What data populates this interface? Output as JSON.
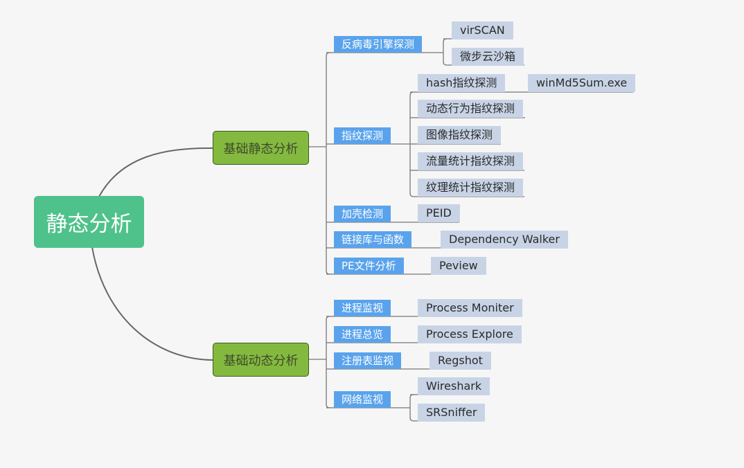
{
  "root": {
    "label": "静态分析"
  },
  "branches": [
    {
      "label": "基础静态分析",
      "children": [
        {
          "label": "反病毒引擎探测",
          "children": [
            "virSCAN",
            "微步云沙箱"
          ]
        },
        {
          "label": "指纹探测",
          "children": [
            "hash指纹探测",
            "动态行为指纹探测",
            "图像指纹探测",
            "流量统计指纹探测",
            "纹理统计指纹探测"
          ],
          "sub": "winMd5Sum.exe"
        },
        {
          "label": "加壳检测",
          "children": [
            "PEID"
          ]
        },
        {
          "label": "链接库与函数",
          "children": [
            "Dependency Walker"
          ]
        },
        {
          "label": "PE文件分析",
          "children": [
            "Peview"
          ]
        }
      ]
    },
    {
      "label": "基础动态分析",
      "children": [
        {
          "label": "进程监视",
          "children": [
            "Process Moniter"
          ]
        },
        {
          "label": "进程总览",
          "children": [
            "Process Explore"
          ]
        },
        {
          "label": "注册表监视",
          "children": [
            "Regshot"
          ]
        },
        {
          "label": "网络监视",
          "children": [
            "Wireshark",
            "SRSniffer"
          ]
        }
      ]
    }
  ],
  "colors": {
    "root": "#4ec28a",
    "main": "#84b940",
    "sub": "#5aa3ec",
    "leaf": "#c8d4e6",
    "line": "#666666"
  }
}
